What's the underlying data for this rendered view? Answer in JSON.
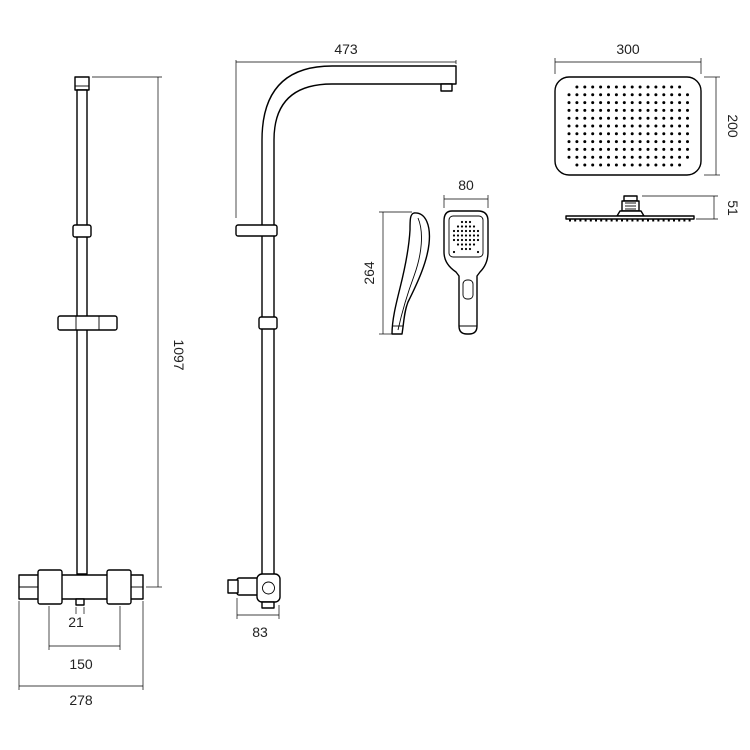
{
  "dimensions": {
    "rail_height": "1097",
    "valve_width": "278",
    "valve_centres": "150",
    "valve_spout": "21",
    "arm_reach": "473",
    "elbow_depth": "83",
    "handset_length": "264",
    "handset_width": "80",
    "head_width": "300",
    "head_depth": "200",
    "head_height": "51"
  }
}
